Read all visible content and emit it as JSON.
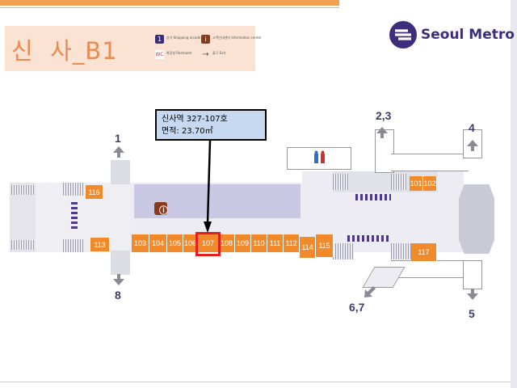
{
  "header": {
    "station_title": "신  사_B1",
    "legend": [
      {
        "icon": "1",
        "text": "상가 Shopping arcade"
      },
      {
        "icon": "i",
        "text": "고객안내센터 Information center"
      },
      {
        "icon": "WC",
        "text": "화장실 Restroom"
      },
      {
        "icon": "→",
        "text": "출구 Exit"
      }
    ],
    "logo_text": "Seoul Metro"
  },
  "callout": {
    "line1": "신사역 327-107호",
    "line2": "면적: 23.70㎡"
  },
  "exits": [
    "1",
    "2,3",
    "4",
    "8",
    "6,7",
    "5"
  ],
  "shops": [
    "116",
    "113",
    "103",
    "104",
    "105",
    "106",
    "107",
    "108",
    "109",
    "110",
    "111",
    "112",
    "114",
    "115",
    "101",
    "102",
    "117"
  ],
  "highlighted_shop": "107",
  "colors": {
    "shop": "#f08a2a",
    "accent": "#3d2e7c",
    "highlight": "#e02020",
    "callout_bg": "#c6d9f1"
  }
}
